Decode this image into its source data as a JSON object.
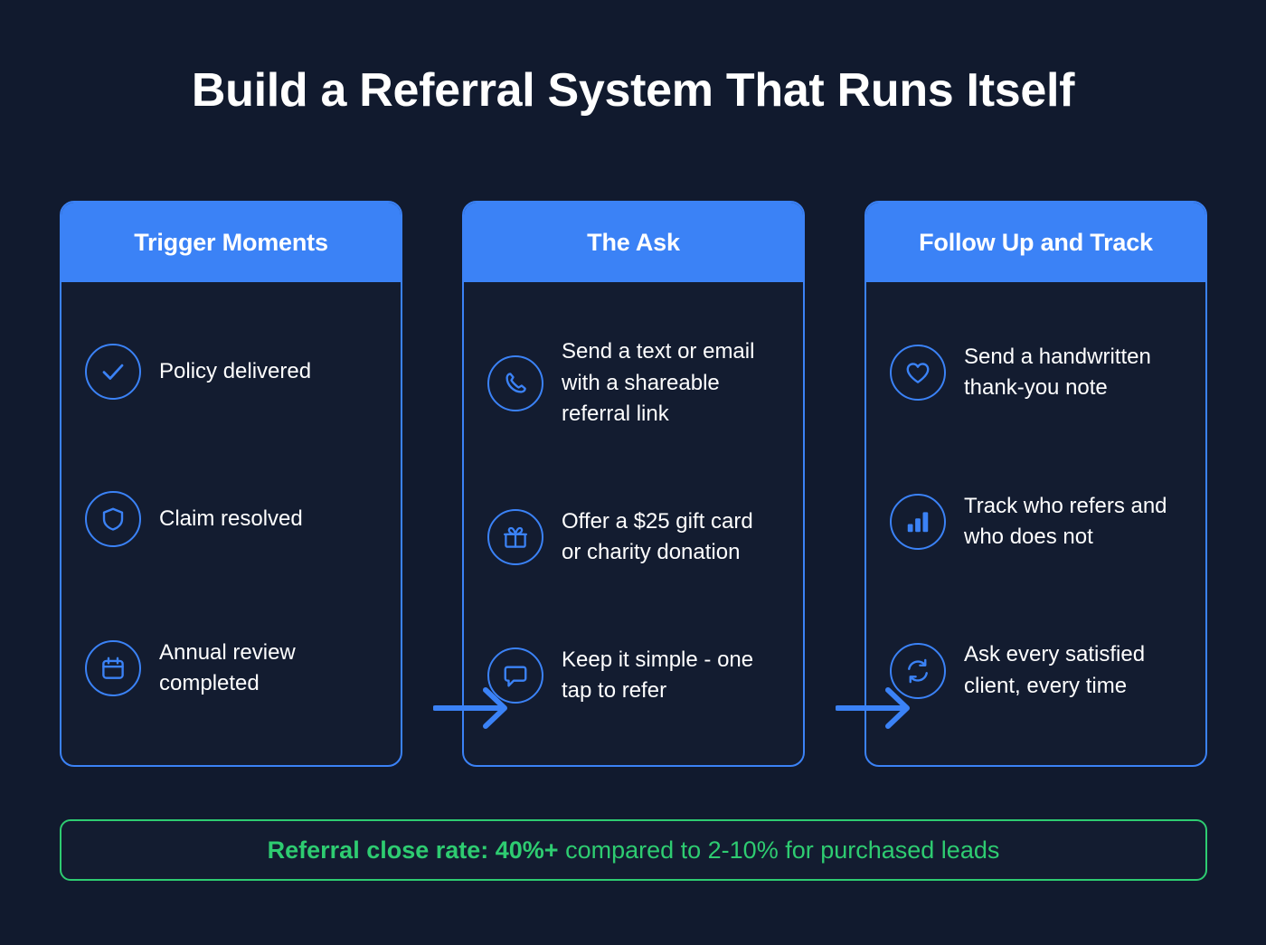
{
  "title": "Build a Referral System That Runs Itself",
  "colors": {
    "background": "#111a2e",
    "card_background": "#131c30",
    "accent_blue": "#3b82f6",
    "accent_green": "#2ecc71",
    "text_white": "#ffffff"
  },
  "columns": [
    {
      "header": "Trigger Moments",
      "items": [
        {
          "icon": "check-circle-icon",
          "text": "Policy delivered"
        },
        {
          "icon": "shield-icon",
          "text": "Claim resolved"
        },
        {
          "icon": "calendar-icon",
          "text": "Annual review completed"
        }
      ]
    },
    {
      "header": "The Ask",
      "items": [
        {
          "icon": "phone-icon",
          "text": "Send a text or email with a shareable referral link"
        },
        {
          "icon": "gift-icon",
          "text": "Offer a $25 gift card or charity donation"
        },
        {
          "icon": "chat-bubble-icon",
          "text": "Keep it simple - one tap to refer"
        }
      ]
    },
    {
      "header": "Follow Up and Track",
      "items": [
        {
          "icon": "heart-icon",
          "text": "Send a handwritten thank-you note"
        },
        {
          "icon": "bar-chart-icon",
          "text": "Track who refers and who does not"
        },
        {
          "icon": "refresh-cycle-icon",
          "text": "Ask every satisfied client, every time"
        }
      ]
    }
  ],
  "arrows": [
    {
      "name": "arrow-right-icon-1"
    },
    {
      "name": "arrow-right-icon-2"
    }
  ],
  "banner": {
    "strong": "Referral close rate: 40%+",
    "rest": " compared to 2-10% for purchased leads"
  }
}
